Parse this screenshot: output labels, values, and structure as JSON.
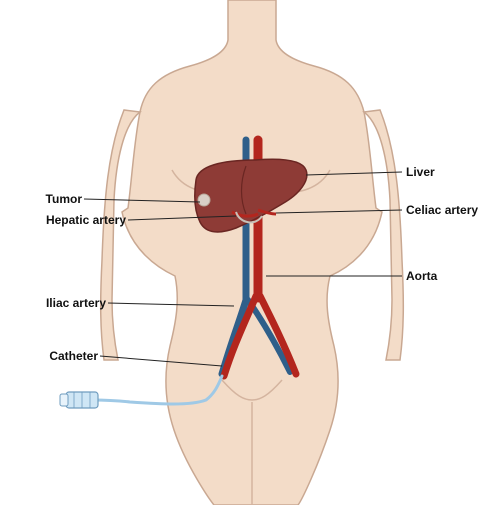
{
  "labels": {
    "tumor": "Tumor",
    "hepatic_artery": "Hepatic artery",
    "iliac_artery": "Iliac artery",
    "catheter": "Catheter",
    "liver": "Liver",
    "celiac_artery": "Celiac artery",
    "aorta": "Aorta"
  },
  "colors": {
    "skin": "#f3dcc8",
    "skin_outline": "#c9a892",
    "liver": "#8e3b36",
    "artery": "#b3261e",
    "vein": "#2f5f8a",
    "catheter": "#9fc9e6"
  }
}
